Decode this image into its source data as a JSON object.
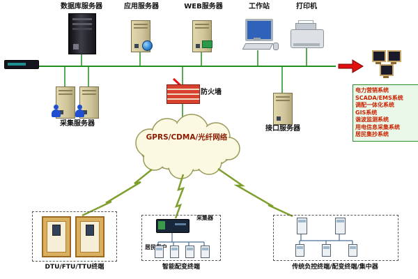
{
  "top_devices": {
    "database": "数据库服务器",
    "app": "应用服务器",
    "web": "WEB服务器",
    "workstation": "工作站",
    "printer": "打印机"
  },
  "middle": {
    "collection": "采集服务器",
    "firewall": "防火墙",
    "interface": "接口服务器",
    "cloud": "GPRS/CDMA/光纤网络"
  },
  "systems_box": {
    "items": [
      "电力营销系统",
      "SCADA/EMS系统",
      "调配一体化系统",
      "GIS系统",
      "谐波监测系统",
      "用电信息采集系统",
      "居民集抄系统"
    ]
  },
  "bottom": {
    "group1": "DTU/FTU/TTU终端",
    "group2": "智能配变终端",
    "group3": "传统负控终端/配变终端/集中器",
    "collector": "采集器",
    "residents": "居民用户"
  },
  "colors": {
    "bus_line": "#1f8f1f",
    "systems_text": "#cc2200",
    "cloud_label": "#8b1a00",
    "firewall_red": "#d84030"
  }
}
